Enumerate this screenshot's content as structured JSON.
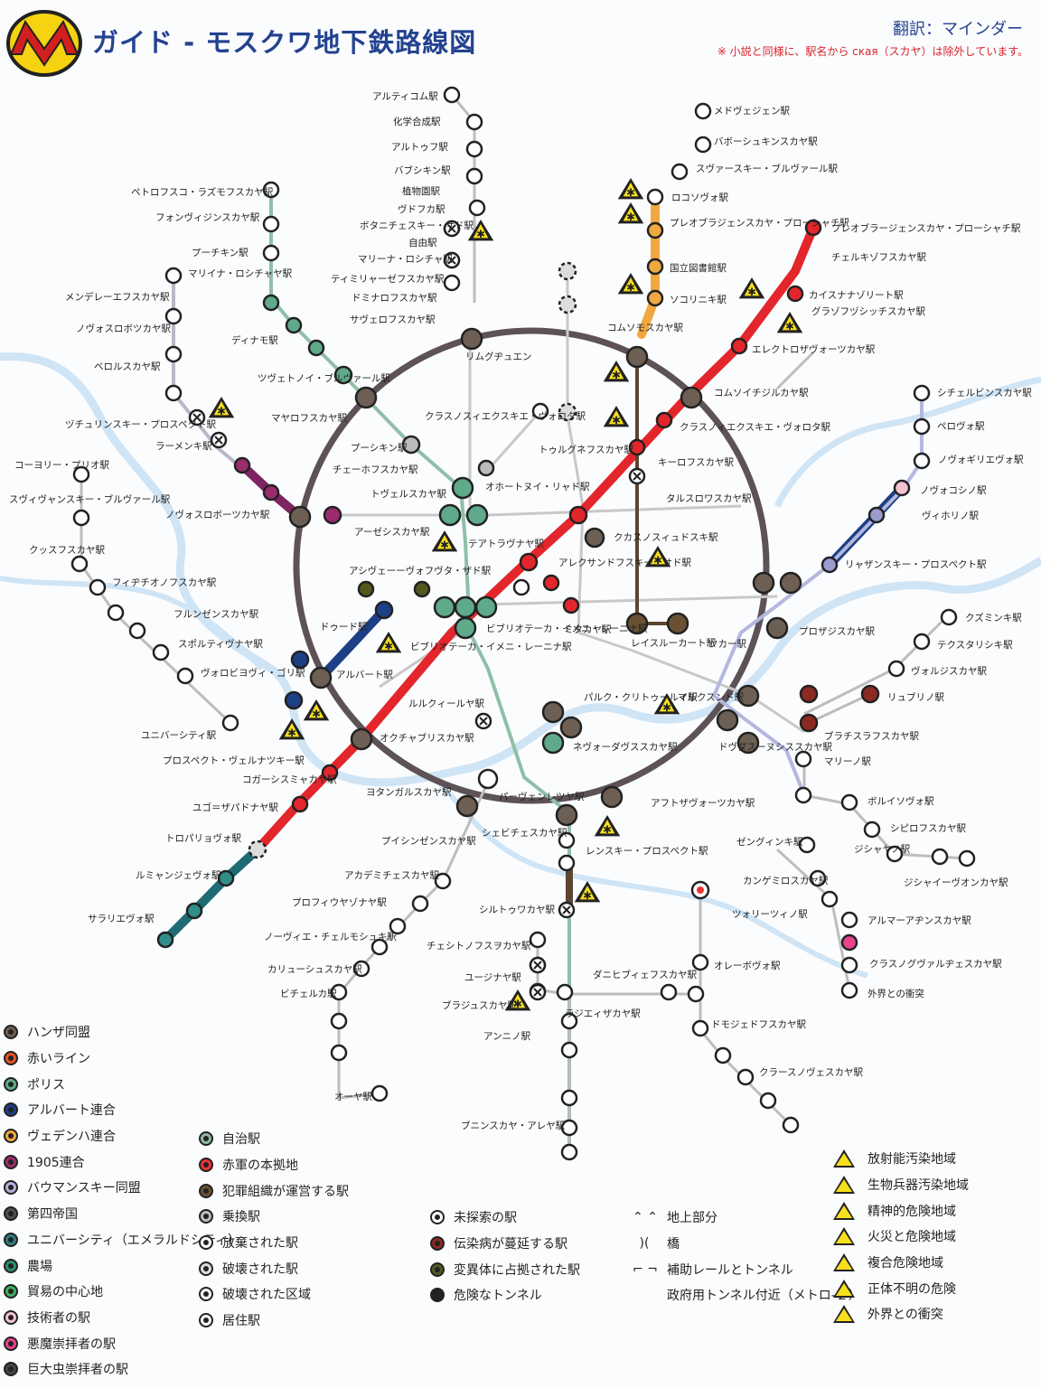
{
  "header": {
    "title": "ガイド - モスクワ地下鉄路線図",
    "credit": "翻訳：マインダー",
    "note": "※ 小説と同様に、駅名から ская（スカヤ）は除外しています。"
  },
  "colors": {
    "red_line": "#e3262b",
    "polis": "#2f8f6c",
    "arbat": "#1d3f86",
    "vdnh": "#f0a840",
    "y1905": "#7e2460",
    "baumanskaya": "#9b9bd0",
    "university": "#1f6b74",
    "hansa_ring": "#5d5256",
    "crime": "#5b4632",
    "river": "#cde3f3",
    "hazard": "#f7df1e"
  },
  "stations": [
    {
      "name": "アルティコム駅"
    },
    {
      "name": "化学合成駅"
    },
    {
      "name": "アルトゥフ駅"
    },
    {
      "name": "バブシキン駅"
    },
    {
      "name": "植物園駅"
    },
    {
      "name": "ヴドフカ駅"
    },
    {
      "name": "ボタニチェスキー・サド駅"
    },
    {
      "name": "自由駅"
    },
    {
      "name": "マリーナ・ロシチャ駅"
    },
    {
      "name": "ティミリャーゼフスカヤ駅"
    },
    {
      "name": "ドミナロフスカヤ駅"
    },
    {
      "name": "サヴェロフスカヤ駅"
    },
    {
      "name": "メドヴェジェン駅"
    },
    {
      "name": "バボーシュキンスカヤ駅"
    },
    {
      "name": "スヴァースキー・ブルヴァール駅"
    },
    {
      "name": "ロコソヴォ駅"
    },
    {
      "name": "プレオブラジェンスカヤ・プローシャチ駅"
    },
    {
      "name": "国立図書館駅"
    },
    {
      "name": "ソコリニキ駅"
    },
    {
      "name": "プレオブラージェンスカヤ・プローシャチ駅"
    },
    {
      "name": "チェルキゾフスカヤ駅"
    },
    {
      "name": "カイスナナゾリート駅"
    },
    {
      "name": "グラゾフヅシッチスカヤ駅"
    },
    {
      "name": "エレクトロザヴォーツカヤ駅"
    },
    {
      "name": "ペトロフスコ・ラズモフスカヤ駅"
    },
    {
      "name": "フォンヴィジンスカヤ駅"
    },
    {
      "name": "プーチキン駅"
    },
    {
      "name": "マリイナ・ロシチャヤ駅"
    },
    {
      "name": "メンデレーエフスカヤ駅"
    },
    {
      "name": "ノヴォスロボツカヤ駅"
    },
    {
      "name": "ベロルスカヤ駅"
    },
    {
      "name": "ディナモ駅"
    },
    {
      "name": "ツヴェトノイ・ブルヴァール駅"
    },
    {
      "name": "マヤロフスカヤ駅"
    },
    {
      "name": "コムソモスカヤ駅"
    },
    {
      "name": "リムグヂュエン"
    },
    {
      "name": "クラスノスィエクスキエ・ヴォロタ駅"
    },
    {
      "name": "トゥルグネフスカヤ駅"
    },
    {
      "name": "クラスノィエクスキエ・ヴォロタ駅"
    },
    {
      "name": "キーロフスカヤ駅"
    },
    {
      "name": "コムソイチジルカヤ駅"
    },
    {
      "name": "シチェルビンスカヤ駅"
    },
    {
      "name": "ペロヴォ駅"
    },
    {
      "name": "ノヴォギリエヴォ駅"
    },
    {
      "name": "ノヴォコシノ駅"
    },
    {
      "name": "ヴィホリノ駅"
    },
    {
      "name": "リャザンスキー・プロスペクト駅"
    },
    {
      "name": "ヅチュリンスキー・プロスペクト駅"
    },
    {
      "name": "ラーメンキ駅"
    },
    {
      "name": "プーシキン駅"
    },
    {
      "name": "チェーホフスカヤ駅"
    },
    {
      "name": "トヴェルスカヤ駅"
    },
    {
      "name": "オホートヌイ・リャド駅"
    },
    {
      "name": "タルスロワスカヤ駅"
    },
    {
      "name": "コーヨリー・プリオ駅"
    },
    {
      "name": "スヴィヴャンスキー・ブルヴァール駅"
    },
    {
      "name": "ノヴォスロボーツカヤ駅"
    },
    {
      "name": "アーゼシスカヤ駅"
    },
    {
      "name": "テアトラヴナヤ駅"
    },
    {
      "name": "クカスノスィュドスキ駅"
    },
    {
      "name": "クッスフスカヤ駅"
    },
    {
      "name": "フィヂチオノフスカヤ駅"
    },
    {
      "name": "アシヴェーーヴォフヴタ・ザド駅"
    },
    {
      "name": "アレクサンドフスキー・サド駅"
    },
    {
      "name": "フルンゼンスカヤ駅"
    },
    {
      "name": "ドゥード駅"
    },
    {
      "name": "ビブリオテーカ・イメニ・レーニナ駅"
    },
    {
      "name": "ビブリオテーカ・イメニ・レーニナ駅"
    },
    {
      "name": "ミタカヤ駅"
    },
    {
      "name": "レイスルーカート駅"
    },
    {
      "name": "ツカー駅"
    },
    {
      "name": "プロザジスカヤ駅"
    },
    {
      "name": "クズミンキ駅"
    },
    {
      "name": "テクスタリシキ駅"
    },
    {
      "name": "スポルティヴナヤ駅"
    },
    {
      "name": "ヴォロビヨヴィ・ゴリ駅"
    },
    {
      "name": "アルバート駅"
    },
    {
      "name": "ヴォルジスカヤ駅"
    },
    {
      "name": "リュブリノ駅"
    },
    {
      "name": "パルク・クリトゥールイ駅"
    },
    {
      "name": "マルクスンド駅"
    },
    {
      "name": "ユニバーシティ駅"
    },
    {
      "name": "ルルクィールヤ駅"
    },
    {
      "name": "ブラチスラフスカヤ駅"
    },
    {
      "name": "プロスペクト・ヴェルナツキー駅"
    },
    {
      "name": "オクチャブリスカヤ駅"
    },
    {
      "name": "ネヴォーダヴススカヤ駅"
    },
    {
      "name": "ドヴダスーヌシススカヤ駅"
    },
    {
      "name": "マリーノ駅"
    },
    {
      "name": "コガーシスミャカヤ駅"
    },
    {
      "name": "ボルイソヴォ駅"
    },
    {
      "name": "ヨタンガルスカヤ駅"
    },
    {
      "name": "パーヴェンレツヤ駅"
    },
    {
      "name": "アフトザヴォーツカヤ駅"
    },
    {
      "name": "ユゴ＝ザパドナヤ駅"
    },
    {
      "name": "シピロフスカヤ駅"
    },
    {
      "name": "ジシャヤノ駅"
    },
    {
      "name": "ジシャイーヴオンカヤ駅"
    },
    {
      "name": "トロパリョヴォ駅"
    },
    {
      "name": "プイシンゼンスカヤ駅"
    },
    {
      "name": "シェビチェスカヤ駅"
    },
    {
      "name": "ゼングィンキ駅"
    },
    {
      "name": "レンスキー・プロスペクト駅"
    },
    {
      "name": "ルミャンジェヴォ駅"
    },
    {
      "name": "アカデミチェスカヤ駅"
    },
    {
      "name": "カンゲミロスカヤ駅"
    },
    {
      "name": "サラリエヴォ駅"
    },
    {
      "name": "プロフィウヤゾナヤ駅"
    },
    {
      "name": "シルトゥワカヤ駅"
    },
    {
      "name": "ツォリーツィノ駅"
    },
    {
      "name": "アルマーアヂンスカヤ駅"
    },
    {
      "name": "ノーヴィエ・チェルモシュキ駅"
    },
    {
      "name": "チェシトノフスヲカヤ駅"
    },
    {
      "name": "クラスノグヴァルヂェスカヤ駅"
    },
    {
      "name": "カリューシュスカヤ駅"
    },
    {
      "name": "ユージナヤ駅"
    },
    {
      "name": "ダニヒブィェフスカヤ駅"
    },
    {
      "name": "オレーボヴォ駅"
    },
    {
      "name": "外界との衝突"
    },
    {
      "name": "ビチェルカ駅"
    },
    {
      "name": "ブラジュスカヤ駅"
    },
    {
      "name": "ラジエィザカヤ駅"
    },
    {
      "name": "ドモジェドフスカヤ駅"
    },
    {
      "name": "アンニノ駅"
    },
    {
      "name": "クラースノヴェスカヤ駅"
    },
    {
      "name": "オーヤ駅"
    },
    {
      "name": "ブニンスカヤ・アレヤ駅"
    }
  ],
  "legend_factions": [
    {
      "label": "ハンザ同盟",
      "color": "#6d5f53"
    },
    {
      "label": "赤いライン",
      "color": "#e65427"
    },
    {
      "label": "ポリス",
      "color": "#5faa8a"
    },
    {
      "label": "アルバート連合",
      "color": "#1d3f86"
    },
    {
      "label": "ヴェデンハ連合",
      "color": "#f0a840"
    },
    {
      "label": "1905連合",
      "color": "#9a2c6e"
    },
    {
      "label": "バウマンスキー同盟",
      "color": "#b4b1dc"
    },
    {
      "label": "第四帝国",
      "color": "#4f4f4f"
    },
    {
      "label": "ユニバーシティ（エメラルドシティ）",
      "color": "#2e7d80"
    },
    {
      "label": "農場",
      "color": "#2d8f6a"
    },
    {
      "label": "貿易の中心地",
      "color": "#3fae62"
    },
    {
      "label": "技術者の駅",
      "color": "#f2c3d1"
    },
    {
      "label": "悪魔崇拝者の駅",
      "color": "#e9438e"
    },
    {
      "label": "巨大虫崇拝者の駅",
      "color": "#444"
    }
  ],
  "legend_stations": [
    {
      "label": "自治駅",
      "color": "#8fb8a0"
    },
    {
      "label": "赤軍の本拠地",
      "color": "#e33"
    },
    {
      "label": "犯罪組織が運営する駅",
      "color": "#6b5134"
    },
    {
      "label": "乗換駅",
      "color": "#bbb"
    },
    {
      "label": "放棄された駅",
      "color": "#fff"
    },
    {
      "label": "破壊された駅",
      "color": "#ddd"
    },
    {
      "label": "破壊された区域",
      "color": "#fff"
    },
    {
      "label": "居住駅",
      "color": "#fff"
    }
  ],
  "legend_misc": [
    {
      "label": "未探索の駅",
      "color": "#fff"
    },
    {
      "label": "伝染病が蔓延する駅",
      "color": "#8b2a22"
    },
    {
      "label": "変異体に占拠された駅",
      "color": "#55581e"
    },
    {
      "label": "危険なトンネル",
      "color": "#222"
    }
  ],
  "legend_rail": [
    {
      "label": "地上部分",
      "glyph": "⌃ ⌃"
    },
    {
      "label": "橋",
      "glyph": ")("
    },
    {
      "label": "補助レールとトンネル",
      "glyph": "⌐ ¬"
    },
    {
      "label": "政府用トンネル付近（メトロ-２）",
      "glyph": ""
    }
  ],
  "legend_hazards": [
    {
      "label": "放射能汚染地域"
    },
    {
      "label": "生物兵器汚染地域"
    },
    {
      "label": "精神的危険地域"
    },
    {
      "label": "火災と危険地域"
    },
    {
      "label": "複合危険地域"
    },
    {
      "label": "正体不明の危険"
    },
    {
      "label": "外界との衝突"
    }
  ]
}
